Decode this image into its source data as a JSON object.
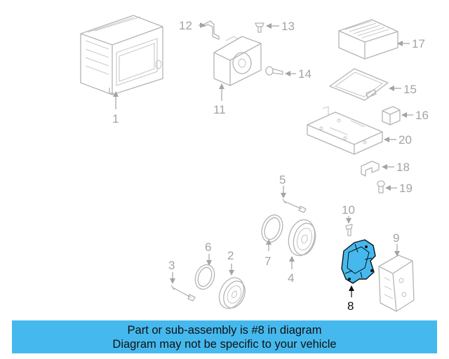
{
  "diagram": {
    "highlight_color": "#45b9ee",
    "highlighted_part": "8",
    "callouts": [
      "1",
      "2",
      "3",
      "4",
      "5",
      "6",
      "7",
      "8",
      "9",
      "10",
      "11",
      "12",
      "13",
      "14",
      "15",
      "16",
      "17",
      "18",
      "19",
      "20"
    ]
  },
  "banner": {
    "line1": "Part or sub-assembly is #8 in diagram",
    "line2": "Diagram may not be specific to your vehicle",
    "background": "#45b9ee"
  }
}
